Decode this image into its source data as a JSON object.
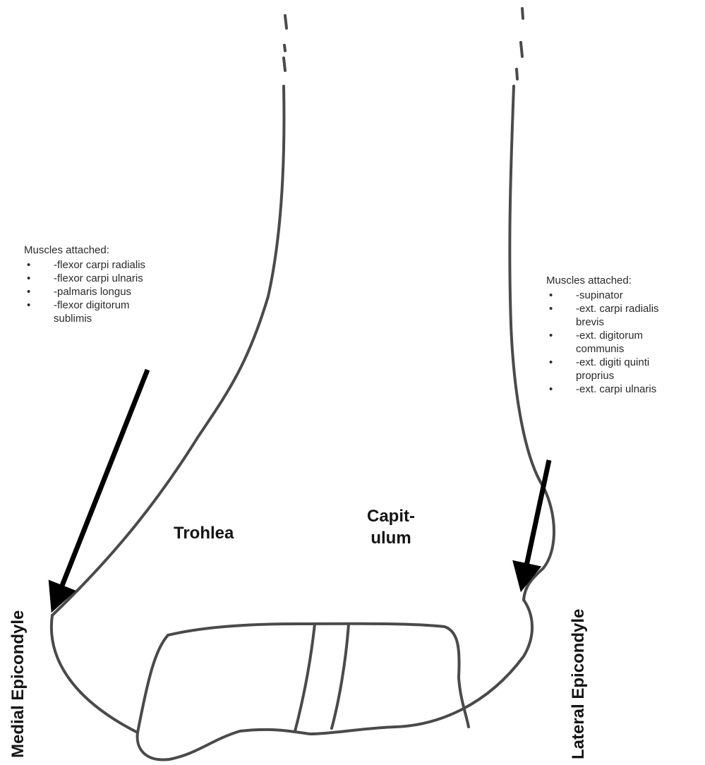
{
  "medial": {
    "epicondyle_label": "Medial Epicondyle",
    "heading": "Muscles attached:",
    "muscles": [
      "-flexor carpi radialis",
      "-flexor carpi ulnaris",
      "-palmaris longus",
      "-flexor digitorum sublimis"
    ]
  },
  "lateral": {
    "epicondyle_label": "Lateral Epicondyle",
    "heading": "Muscles attached:",
    "muscles": [
      "-supinator",
      "-ext. carpi radialis brevis",
      "-ext. digitorum communis",
      "-ext. digiti quinti proprius",
      "-ext. carpi ulnaris"
    ]
  },
  "articular": {
    "trochlea_label": "Trohlea",
    "capitulum_line1": "Capit-",
    "capitulum_line2": "ulum"
  },
  "colors": {
    "outline": "#4a4a4a",
    "arrow": "#000000"
  }
}
